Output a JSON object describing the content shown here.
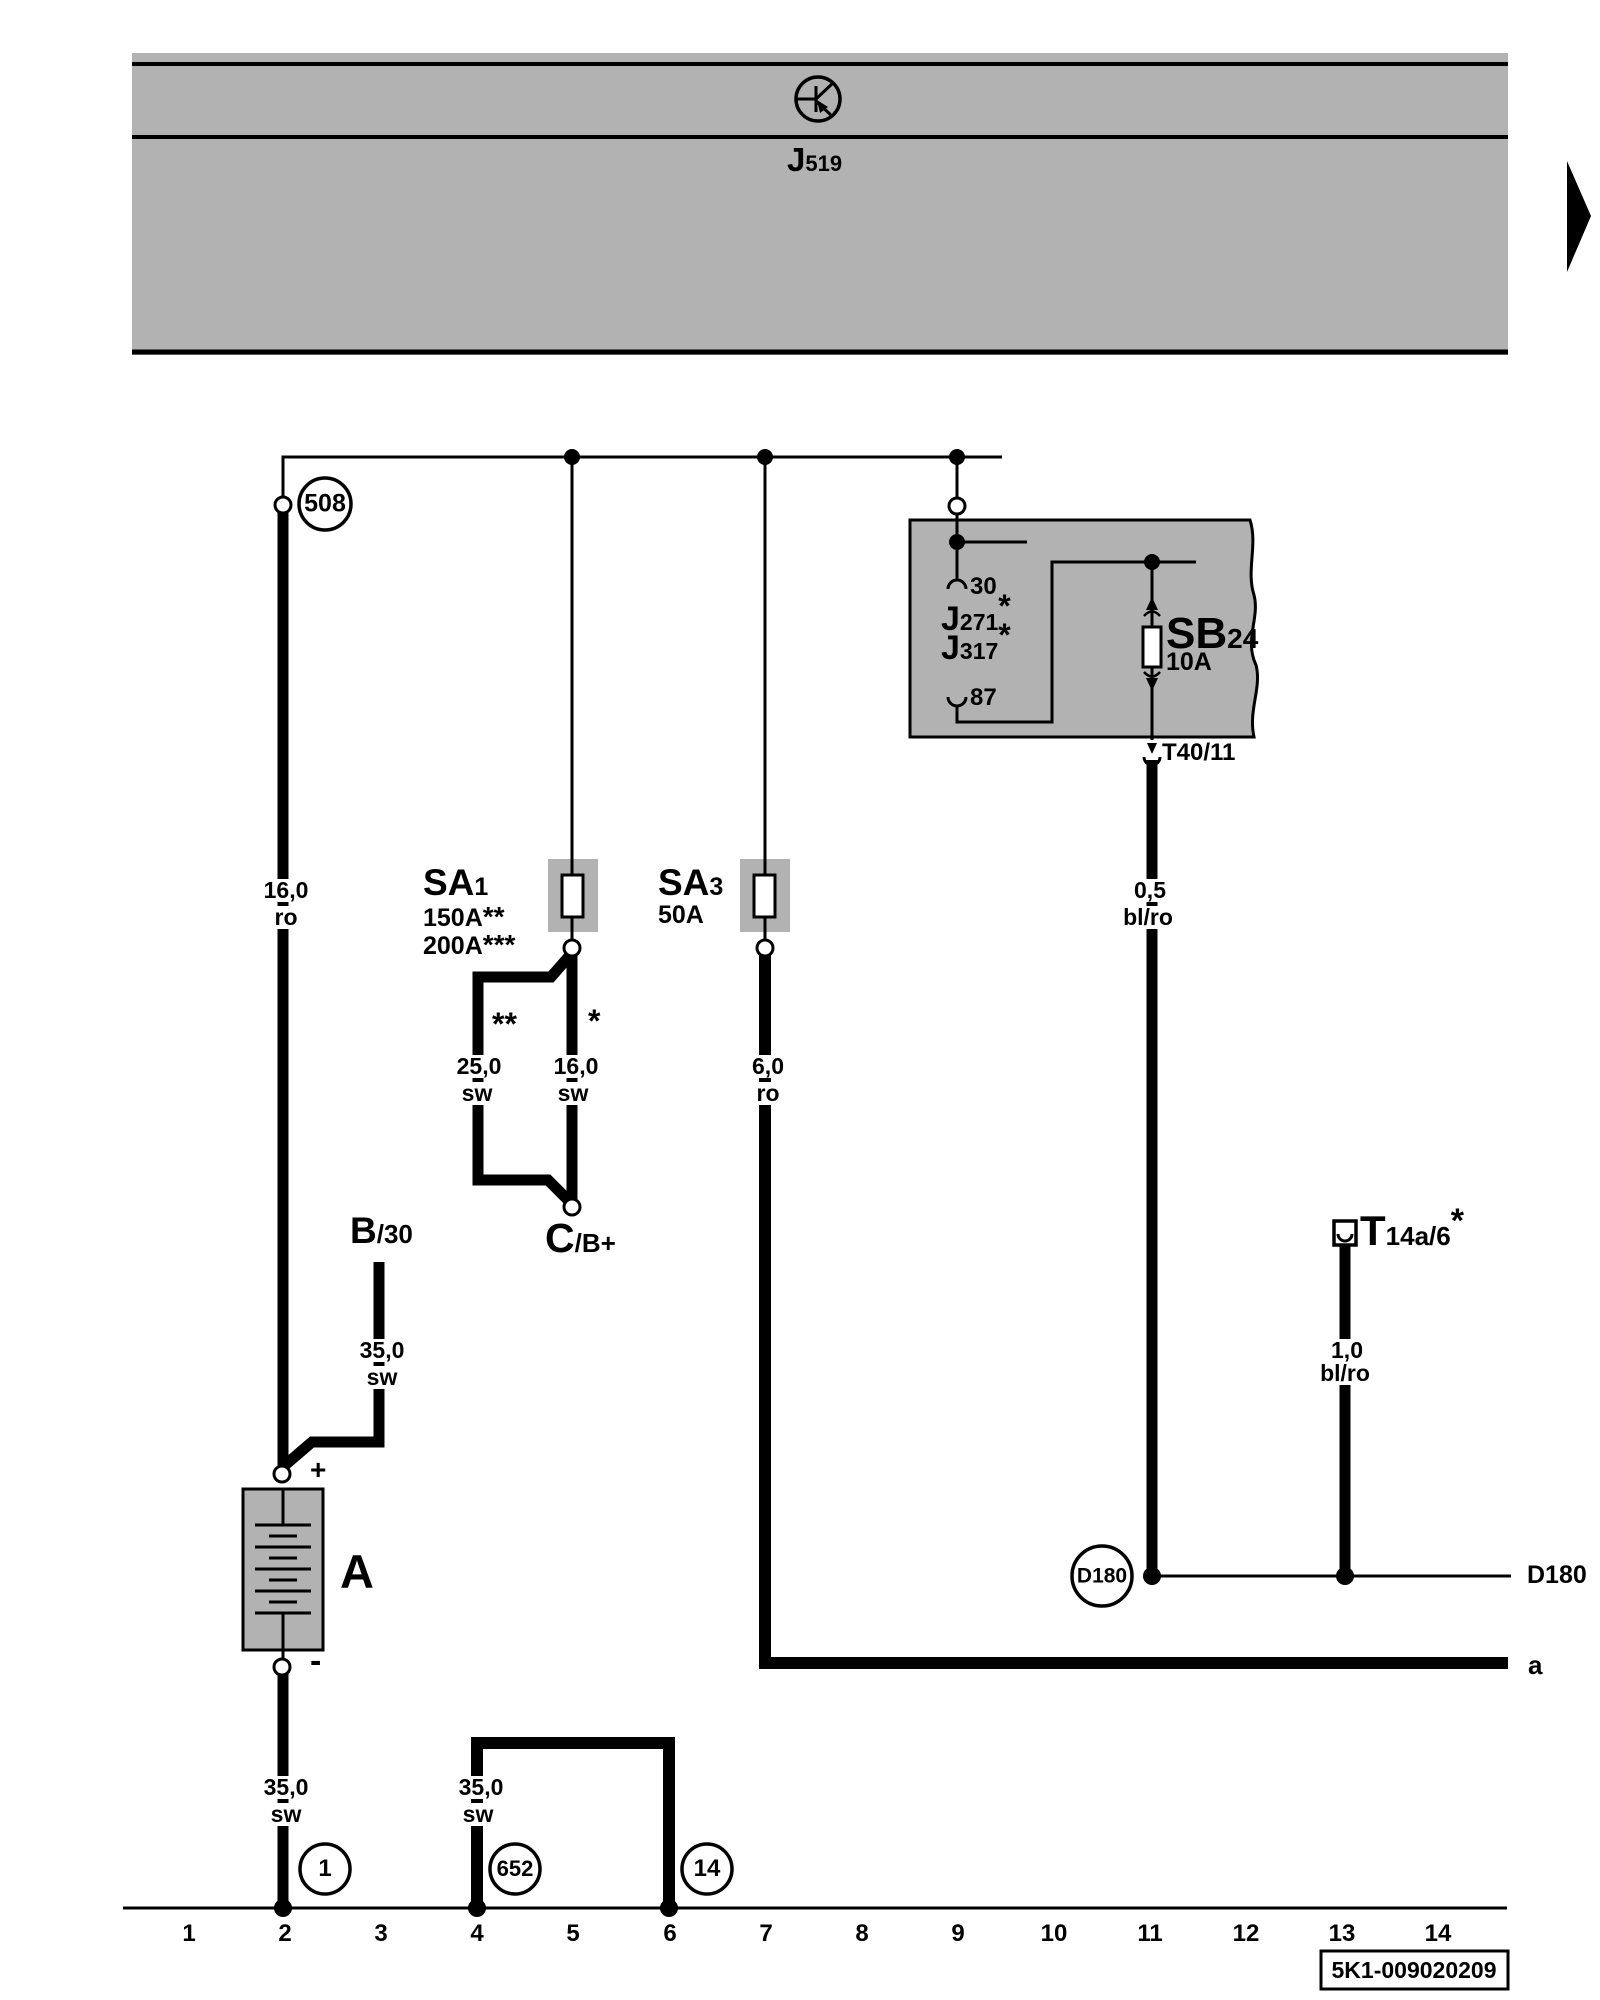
{
  "diagram": {
    "control_module": {
      "code": "J",
      "sub": "519"
    },
    "ground_point_top": "508",
    "relay": {
      "j1": "J",
      "j1_sub": "271",
      "j1_star": "*",
      "j2": "J",
      "j2_sub": "317",
      "j2_star": "*",
      "terminal_30": "30",
      "terminal_87": "87"
    },
    "fuse_sb24": {
      "name": "SB",
      "sub": "24",
      "amps": "10A",
      "pin": "T40/11"
    },
    "fuse_sa1": {
      "name": "SA",
      "sub": "1",
      "amps1": "150A",
      "amps1_star": "**",
      "amps2": "200A",
      "amps2_star": "***"
    },
    "fuse_sa3": {
      "name": "SA",
      "sub": "3",
      "amps": "50A"
    },
    "battery": {
      "label": "A",
      "plus": "+",
      "minus": "-"
    },
    "terminal_b30": {
      "name": "B",
      "sub": "/30"
    },
    "terminal_cbplus": {
      "name": "C",
      "sub": "/B+"
    },
    "connector_t14": {
      "name": "T",
      "sub": "14a/6",
      "star": "*"
    },
    "d180": {
      "circle_label": "D180",
      "right_label": "D180"
    },
    "wire_a_label": "a",
    "ground_1": "1",
    "ground_652": "652",
    "ground_14": "14",
    "wires": {
      "w508": {
        "gauge": "16,0",
        "color": "ro"
      },
      "sa1_left": {
        "gauge": "25,0",
        "color": "sw",
        "star": "**"
      },
      "sa1_right": {
        "gauge": "16,0",
        "color": "sw",
        "star": "*"
      },
      "sa3_down": {
        "gauge": "6,0",
        "color": "ro"
      },
      "sb24_down": {
        "gauge": "0,5",
        "color": "bl/ro"
      },
      "b30_down": {
        "gauge": "35,0",
        "color": "sw"
      },
      "t14_down": {
        "gauge": "1,0",
        "color": "bl/ro"
      },
      "battery_ground": {
        "gauge": "35,0",
        "color": "sw"
      },
      "ground_bridge": {
        "gauge": "35,0",
        "color": "sw"
      }
    },
    "tracks": [
      "1",
      "2",
      "3",
      "4",
      "5",
      "6",
      "7",
      "8",
      "9",
      "10",
      "11",
      "12",
      "13",
      "14"
    ],
    "part_number": "5K1-009020209"
  }
}
